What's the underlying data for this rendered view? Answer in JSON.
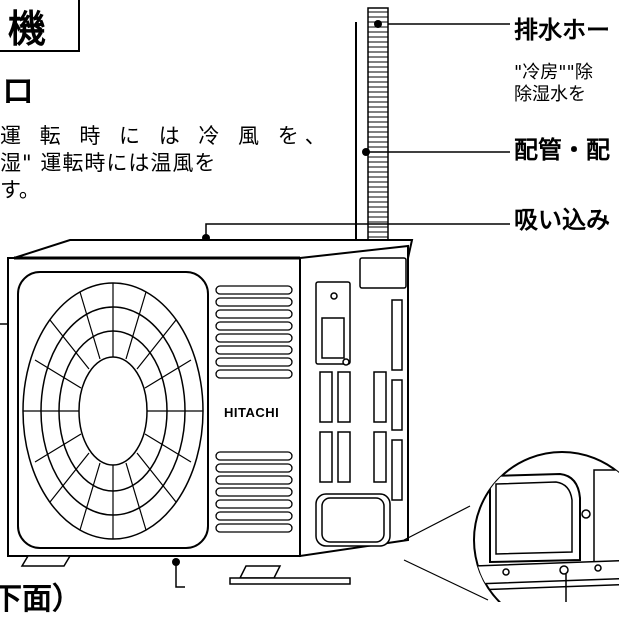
{
  "header": {
    "title": "機"
  },
  "left_section": {
    "heading": "ロ",
    "lines": [
      "運 転 時 に は 冷 風 を、",
      "湿\" 運転時には温風を",
      "す。"
    ]
  },
  "callouts": {
    "drain_hose": {
      "label": "排水ホー",
      "lines": [
        "\"冷房\"\"除",
        "除湿水を"
      ]
    },
    "piping": {
      "label": "配管・配"
    },
    "intake": {
      "label": "吸い込み"
    },
    "bottom": {
      "label": "下面）"
    }
  },
  "unit": {
    "brand": "HITACHI"
  }
}
